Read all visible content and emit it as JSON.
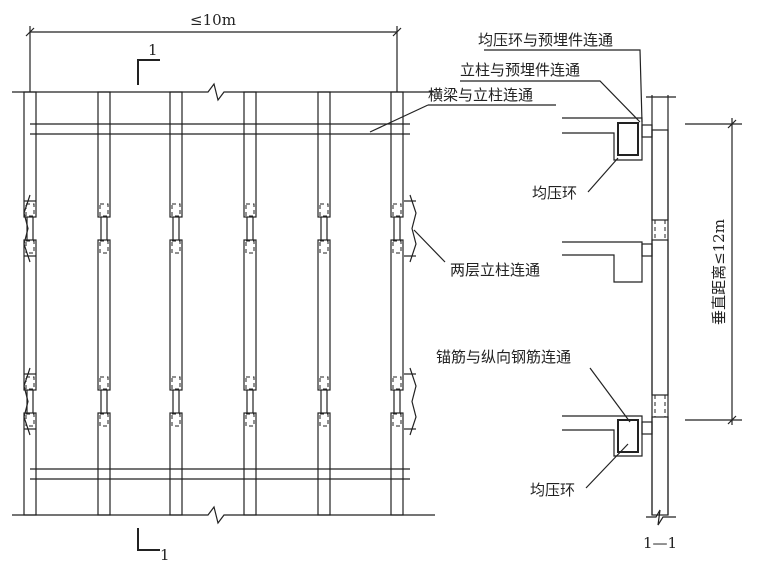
{
  "elevation": {
    "width_dimension": "≤10m",
    "section_mark_top": "1",
    "section_mark_bottom": "1",
    "labels": {
      "beam_column": "横梁与立柱连通",
      "two_floor_columns": "两层立柱连通"
    }
  },
  "section": {
    "title": "1—1",
    "vertical_dimension": "垂直距离≤12m",
    "labels": {
      "ring_embedded": "均压环与预埋件连通",
      "column_embedded": "立柱与预埋件连通",
      "ring_top": "均压环",
      "anchor_rebar": "锚筋与纵向钢筋连通",
      "ring_bottom": "均压环"
    }
  },
  "colors": {
    "line": "#222222",
    "background": "#ffffff"
  }
}
